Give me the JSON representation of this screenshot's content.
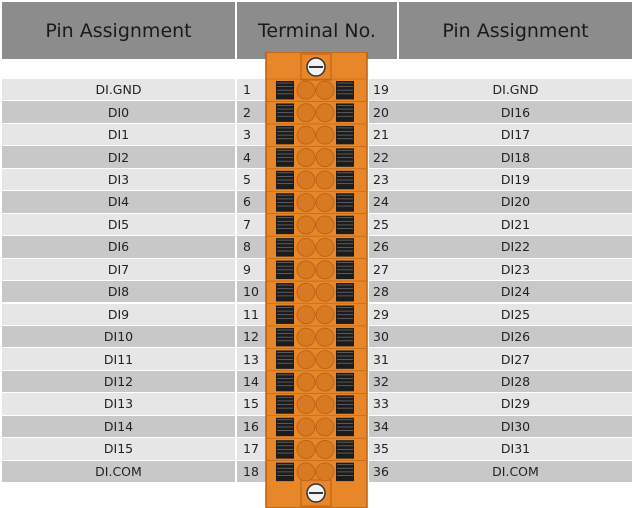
{
  "headers": {
    "left": "Pin Assignment",
    "middle": "Terminal No.",
    "right": "Pin Assignment"
  },
  "rows": [
    {
      "left_label": "DI.GND",
      "left_num": "1",
      "right_num": "19",
      "right_label": "DI.GND"
    },
    {
      "left_label": "DI0",
      "left_num": "2",
      "right_num": "20",
      "right_label": "DI16"
    },
    {
      "left_label": "DI1",
      "left_num": "3",
      "right_num": "21",
      "right_label": "DI17"
    },
    {
      "left_label": "DI2",
      "left_num": "4",
      "right_num": "22",
      "right_label": "DI18"
    },
    {
      "left_label": "DI3",
      "left_num": "5",
      "right_num": "23",
      "right_label": "DI19"
    },
    {
      "left_label": "DI4",
      "left_num": "6",
      "right_num": "24",
      "right_label": "DI20"
    },
    {
      "left_label": "DI5",
      "left_num": "7",
      "right_num": "25",
      "right_label": "DI21"
    },
    {
      "left_label": "DI6",
      "left_num": "8",
      "right_num": "26",
      "right_label": "DI22"
    },
    {
      "left_label": "DI7",
      "left_num": "9",
      "right_num": "27",
      "right_label": "DI23"
    },
    {
      "left_label": "DI8",
      "left_num": "10",
      "right_num": "28",
      "right_label": "DI24"
    },
    {
      "left_label": "DI9",
      "left_num": "11",
      "right_num": "29",
      "right_label": "DI25"
    },
    {
      "left_label": "DI10",
      "left_num": "12",
      "right_num": "30",
      "right_label": "DI26"
    },
    {
      "left_label": "DI11",
      "left_num": "13",
      "right_num": "31",
      "right_label": "DI27"
    },
    {
      "left_label": "DI12",
      "left_num": "14",
      "right_num": "32",
      "right_label": "DI28"
    },
    {
      "left_label": "DI13",
      "left_num": "15",
      "right_num": "33",
      "right_label": "DI29"
    },
    {
      "left_label": "DI14",
      "left_num": "16",
      "right_num": "34",
      "right_label": "DI30"
    },
    {
      "left_label": "DI15",
      "left_num": "17",
      "right_num": "35",
      "right_label": "DI31"
    },
    {
      "left_label": "DI.COM",
      "left_num": "18",
      "right_num": "36",
      "right_label": "DI.COM"
    }
  ],
  "colors": {
    "header_bg": "#8c8c8c",
    "row_light": "#e6e6e6",
    "row_dark": "#c8c8c8",
    "connector_body": "#e8872a",
    "connector_edge": "#b85f12",
    "contact_dark": "#1c1c1c",
    "screw_bg": "#f2f2f2"
  },
  "icons": {
    "top_screw": "screw-icon",
    "bottom_screw": "screw-icon",
    "connector": "terminal-block-connector"
  }
}
